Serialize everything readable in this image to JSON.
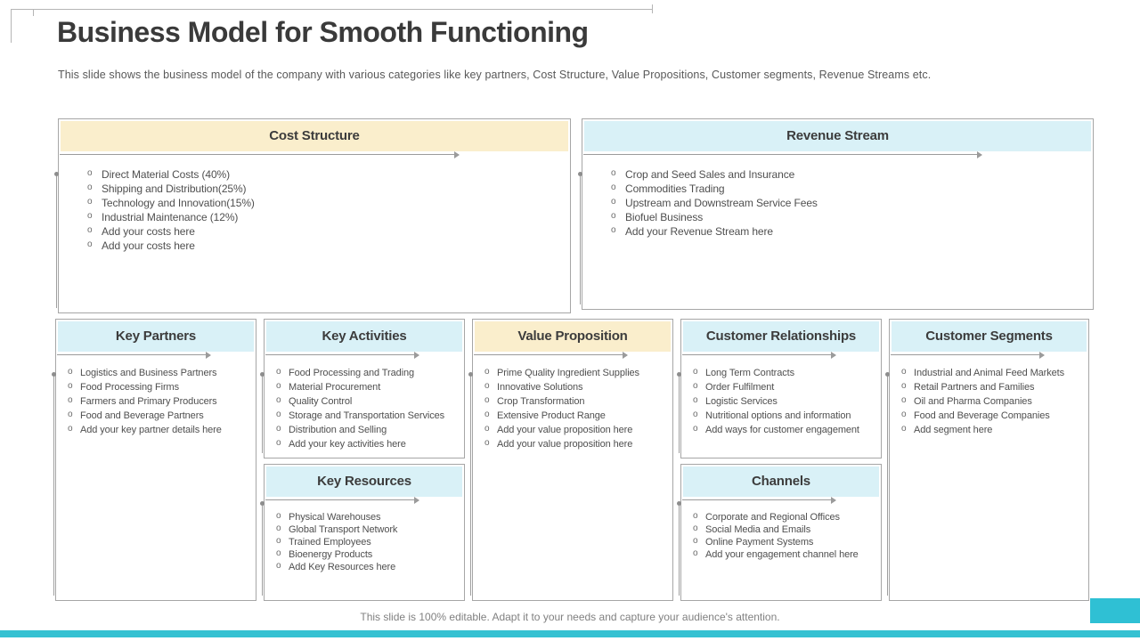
{
  "slide": {
    "title": "Business Model for Smooth Functioning",
    "subtitle": "This slide shows the business model of the company with various categories like key partners, Cost Structure, Value Propositions, Customer segments, Revenue Streams etc.",
    "footer": "This slide is 100% editable. Adapt it to your needs and capture your audience's attention."
  },
  "colors": {
    "accent_teal": "#2fc0d4",
    "header_yellow": "#faeecc",
    "header_blue": "#d9f1f7",
    "box_border": "#a6a6a6",
    "title_text": "#3a3a3a",
    "body_text": "#4f4f4f"
  },
  "sections": {
    "cost_structure": {
      "title": "Cost Structure",
      "items": [
        "Direct Material Costs (40%)",
        "Shipping and Distribution(25%)",
        "Technology and Innovation(15%)",
        "Industrial Maintenance (12%)",
        "Add your costs here",
        "Add your costs here"
      ]
    },
    "revenue_stream": {
      "title": "Revenue Stream",
      "items": [
        "Crop and Seed Sales and Insurance",
        "Commodities Trading",
        "Upstream and Downstream Service Fees",
        "Biofuel Business",
        "Add your Revenue Stream here"
      ]
    },
    "key_partners": {
      "title": "Key Partners",
      "items": [
        "Logistics and Business Partners",
        "Food Processing Firms",
        "Farmers and Primary Producers",
        "Food and Beverage Partners",
        "Add your key partner details here"
      ]
    },
    "key_activities": {
      "title": "Key Activities",
      "items": [
        "Food Processing and Trading",
        "Material Procurement",
        "Quality Control",
        "Storage and Transportation Services",
        "Distribution and Selling",
        "Add your key activities here"
      ]
    },
    "key_resources": {
      "title": "Key Resources",
      "items": [
        "Physical Warehouses",
        "Global Transport Network",
        "Trained Employees",
        "Bioenergy Products",
        "Add Key Resources here"
      ]
    },
    "value_proposition": {
      "title": "Value Proposition",
      "items": [
        "Prime Quality Ingredient Supplies",
        "Innovative Solutions",
        "Crop Transformation",
        "Extensive Product Range",
        "Add your value proposition here",
        "Add your value proposition here"
      ]
    },
    "customer_relationships": {
      "title": "Customer Relationships",
      "items": [
        "Long Term Contracts",
        "Order Fulfilment",
        "Logistic Services",
        "Nutritional options and information",
        "Add ways for customer engagement"
      ]
    },
    "channels": {
      "title": "Channels",
      "items": [
        "Corporate and Regional Offices",
        "Social Media and Emails",
        "Online Payment Systems",
        "Add your engagement channel here"
      ]
    },
    "customer_segments": {
      "title": "Customer Segments",
      "items": [
        "Industrial and Animal Feed Markets",
        "Retail Partners and Families",
        "Oil and Pharma Companies",
        "Food and Beverage Companies",
        "Add segment here"
      ]
    }
  }
}
